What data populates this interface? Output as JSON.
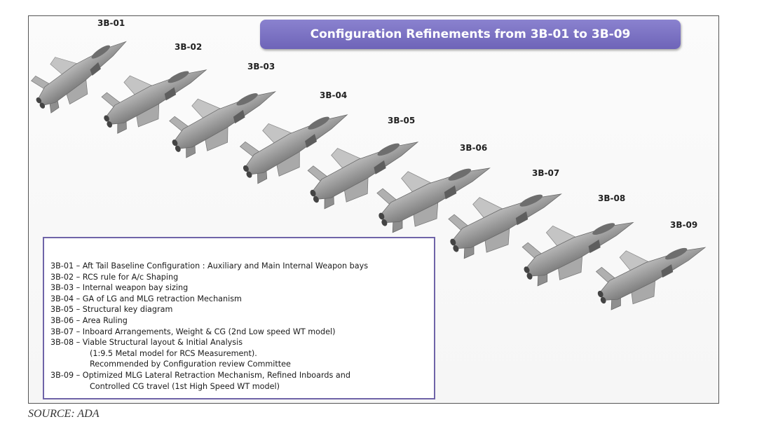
{
  "title": "Configuration Refinements  from 3B-01 to 3B-09",
  "configurations": [
    "3B-01",
    "3B-02",
    "3B-03",
    "3B-04",
    "3B-05",
    "3B-06",
    "3B-07",
    "3B-08",
    "3B-09"
  ],
  "notes": [
    {
      "text": "3B-01 – Aft Tail Baseline Configuration :  Auxiliary and Main Internal Weapon bays",
      "indent": false
    },
    {
      "text": "3B-02 – RCS rule for A/c Shaping",
      "indent": false
    },
    {
      "text": "3B-03 – Internal weapon bay sizing",
      "indent": false
    },
    {
      "text": "3B-04 – GA of LG and MLG retraction Mechanism",
      "indent": false
    },
    {
      "text": "3B-05 – Structural key diagram",
      "indent": false
    },
    {
      "text": "3B-06 – Area Ruling",
      "indent": false
    },
    {
      "text": "3B-07 – Inboard Arrangements, Weight & CG (2nd  Low speed WT model)",
      "indent": false
    },
    {
      "text": "3B-08 – Viable Structural  layout  &  Initial Analysis",
      "indent": false
    },
    {
      "text": "(1:9.5  Metal model for RCS Measurement).",
      "indent": true
    },
    {
      "text": "Recommended by Configuration review Committee",
      "indent": true
    },
    {
      "text": "3B-09 – Optimized MLG Lateral Retraction Mechanism, Refined Inboards and",
      "indent": false
    },
    {
      "text": "Controlled CG travel  (1st High Speed WT model)",
      "indent": true
    }
  ],
  "source": "SOURCE: ADA",
  "colors": {
    "title_bg": "#7b72c4",
    "notes_border": "#6f64a8",
    "jet": "#9a9a9a"
  }
}
